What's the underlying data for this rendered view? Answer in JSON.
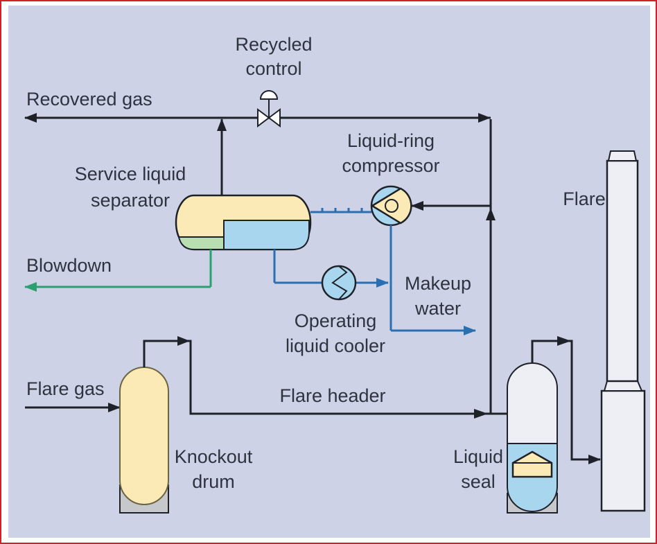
{
  "diagram": {
    "title": "Flare gas recovery system",
    "labels": {
      "recycled_control": [
        "Recycled",
        "control"
      ],
      "recovered_gas": "Recovered gas",
      "liquid_ring_compressor": [
        "Liquid-ring",
        "compressor"
      ],
      "service_liquid_separator": [
        "Service liquid",
        "separator"
      ],
      "flare": "Flare",
      "blowdown": "Blowdown",
      "makeup_water": [
        "Makeup",
        "water"
      ],
      "operating_liquid_cooler": [
        "Operating",
        "liquid cooler"
      ],
      "flare_gas": "Flare gas",
      "flare_header": "Flare header",
      "knockout_drum": [
        "Knockout",
        "drum"
      ],
      "liquid_seal": [
        "Liquid",
        "seal"
      ]
    },
    "colors": {
      "background": "#cdd2e6",
      "frame": "#d0202a",
      "line": "#1e2228",
      "gas_fill": "#fbe9b6",
      "water_fill": "#a9d6ef",
      "blowdown_fill": "#b9deb0",
      "water_line": "#2a6fb0",
      "blowdown_line": "#2aa070",
      "flare_fill": "#eeeff4",
      "base_fill": "#c7c8cc"
    }
  }
}
